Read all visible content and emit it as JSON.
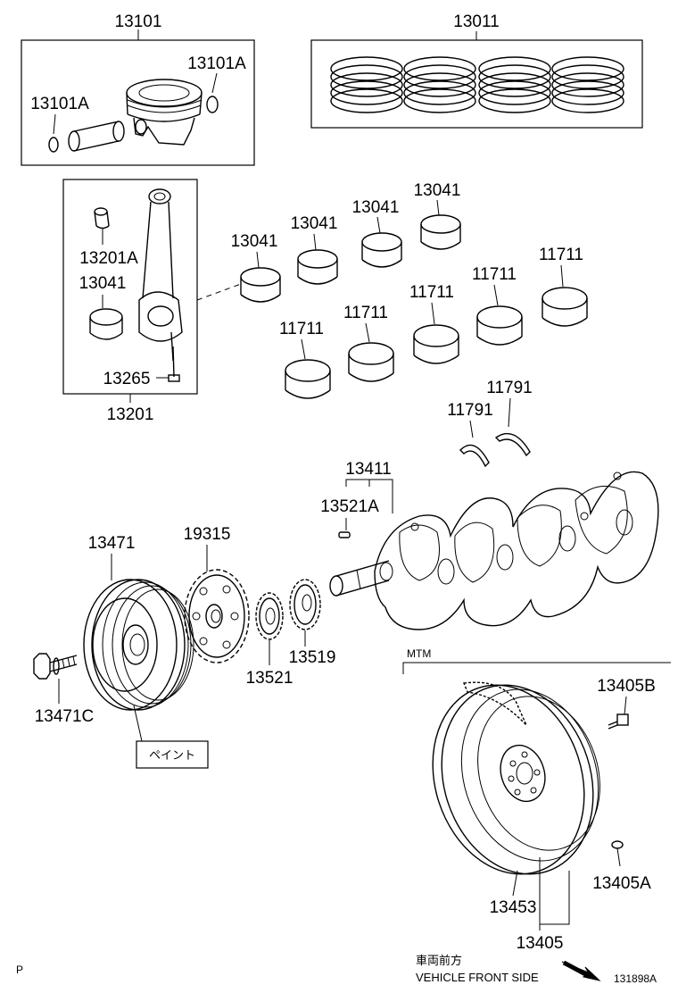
{
  "diagram": {
    "part_numbers": {
      "piston_set": "13101",
      "piston_snap_ring_right": "13101A",
      "piston_snap_ring_left": "13101A",
      "piston_ring_set": "13011",
      "conrod_bushing": "13201A",
      "conrod_bearing_in_box": "13041",
      "conrod_bolt": "13265",
      "conrod_assy": "13201",
      "conrod_bearing_1": "13041",
      "conrod_bearing_2": "13041",
      "conrod_bearing_3": "13041",
      "conrod_bearing_4": "13041",
      "main_bearing_1": "11711",
      "main_bearing_2": "11711",
      "main_bearing_3": "11711",
      "main_bearing_4": "11711",
      "main_bearing_5": "11711",
      "thrust_washer_upper": "11791",
      "thrust_washer_lower": "11791",
      "crankshaft": "13411",
      "crankshaft_key": "13521A",
      "crank_pulley": "13471",
      "pulley_bolt": "13471C",
      "chain_sprocket": "19315",
      "crank_gear": "13521",
      "crank_gear_2": "13519",
      "drive_plate_bolt": "13405B",
      "drive_plate_pin": "13405A",
      "ring_gear": "13453",
      "drive_plate_assy": "13405"
    },
    "paint_label": "ペイント",
    "transmission_label": "MTM",
    "front_label_jp": "車両前方",
    "front_label_en": "VEHICLE FRONT SIDE",
    "page_marker": "P",
    "illustration_id": "131898A"
  }
}
